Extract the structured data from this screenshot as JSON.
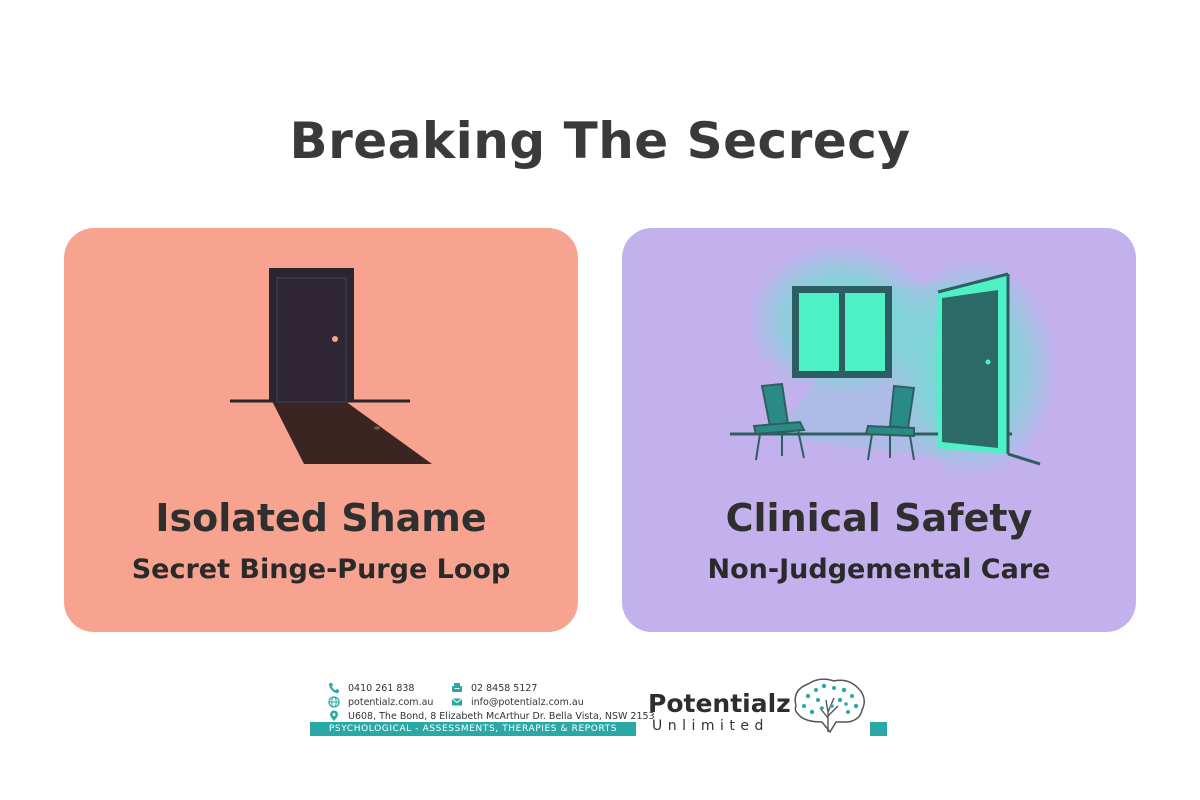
{
  "page": {
    "title": "Breaking The Secrecy"
  },
  "cards": [
    {
      "heading": "Isolated Shame",
      "subheading": "Secret Binge-Purge Loop",
      "background": "#f8a38f",
      "icon": "closed-door-icon"
    },
    {
      "heading": "Clinical Safety",
      "subheading": "Non-Judgemental Care",
      "background": "#c3b1ee",
      "icon": "open-room-icon"
    }
  ],
  "footer": {
    "phone": "0410  261 838",
    "fax": "02 8458 5127",
    "website": "potentialz.com.au",
    "email": "info@potentialz.com.au",
    "address": "U608, The Bond, 8 Elizabeth McArthur Dr. Bella Vista, NSW 2153",
    "tagline": "PSYCHOLOGICAL - ASSESSMENTS, THERAPIES & REPORTS",
    "brand_name": "Potentialz",
    "brand_sub": "Unlimited",
    "accent": "#2aa8a6"
  }
}
